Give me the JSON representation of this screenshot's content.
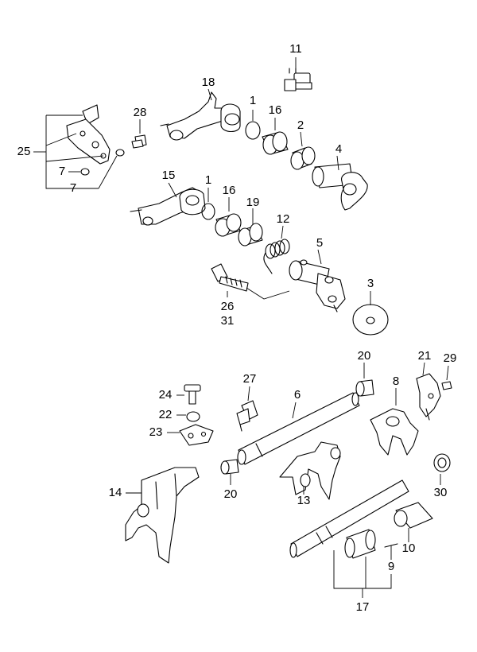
{
  "labels": {
    "l1a": "1",
    "l1b": "1",
    "l2": "2",
    "l3": "3",
    "l4": "4",
    "l5": "5",
    "l6": "6",
    "l7a": "7",
    "l7b": "7",
    "l8": "8",
    "l9": "9",
    "l10": "10",
    "l11": "11",
    "l12": "12",
    "l13": "13",
    "l14": "14",
    "l15": "15",
    "l16a": "16",
    "l16b": "16",
    "l17": "17",
    "l18": "18",
    "l19": "19",
    "l20a": "20",
    "l20b": "20",
    "l21": "21",
    "l22": "22",
    "l23": "23",
    "l24": "24",
    "l25": "25",
    "l26": "26",
    "l27": "27",
    "l28": "28",
    "l29": "29",
    "l30": "30",
    "l31": "31"
  }
}
